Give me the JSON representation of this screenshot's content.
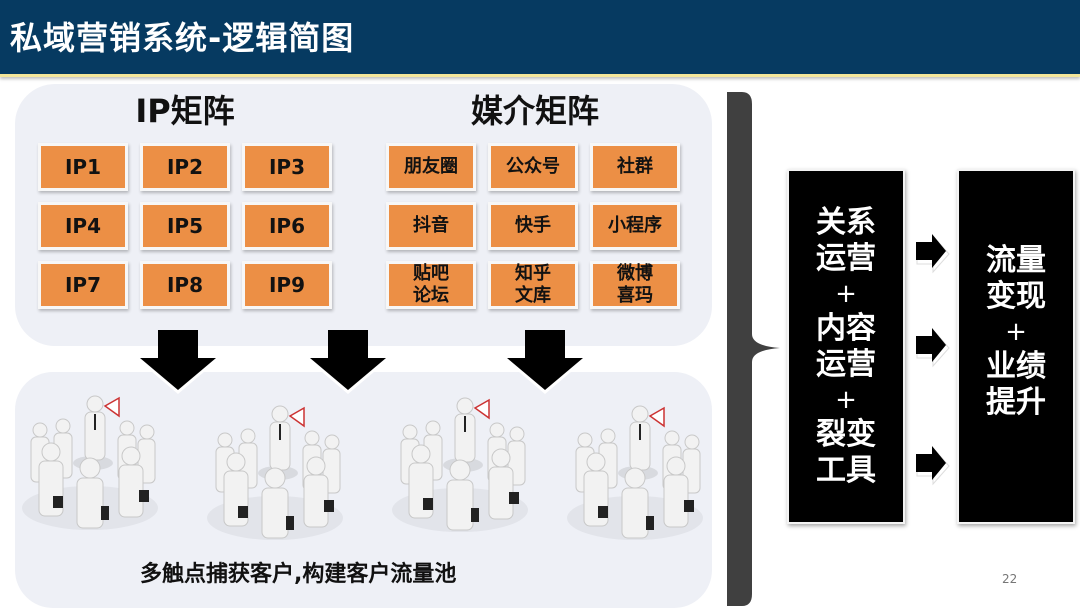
{
  "header": {
    "title": "私域营销系统-逻辑简图",
    "background_color": "#063a61",
    "accent_line_color": "#f4e69a"
  },
  "ip_matrix": {
    "title": "IP矩阵",
    "tiles": [
      "IP1",
      "IP2",
      "IP3",
      "IP4",
      "IP5",
      "IP6",
      "IP7",
      "IP8",
      "IP9"
    ],
    "tile_color": "#ec8f45"
  },
  "media_matrix": {
    "title": "媒介矩阵",
    "tiles": [
      "朋友圈",
      "公众号",
      "社群",
      "抖音",
      "快手",
      "小程序",
      "贴吧\n论坛",
      "知乎\n文库",
      "微博\n喜玛"
    ],
    "tile_color": "#ec8f45"
  },
  "flow": {
    "down_arrow_icons": [
      "down-arrow-icon",
      "down-arrow-icon",
      "down-arrow-icon"
    ],
    "crowd_images": [
      "crowd-megaphone-image",
      "crowd-megaphone-image",
      "crowd-megaphone-image",
      "crowd-megaphone-image"
    ],
    "caption": "多触点捕获客户,构建客户流量池"
  },
  "operations_box": {
    "lines": [
      "关系",
      "运营",
      "+",
      "内容",
      "运营",
      "+",
      "裂变",
      "工具"
    ]
  },
  "result_box": {
    "lines": [
      "流量",
      "变现",
      "+",
      "业绩",
      "提升"
    ]
  },
  "right_arrow_icons": [
    "right-arrow-icon",
    "right-arrow-icon",
    "right-arrow-icon"
  ],
  "page_number": "22"
}
